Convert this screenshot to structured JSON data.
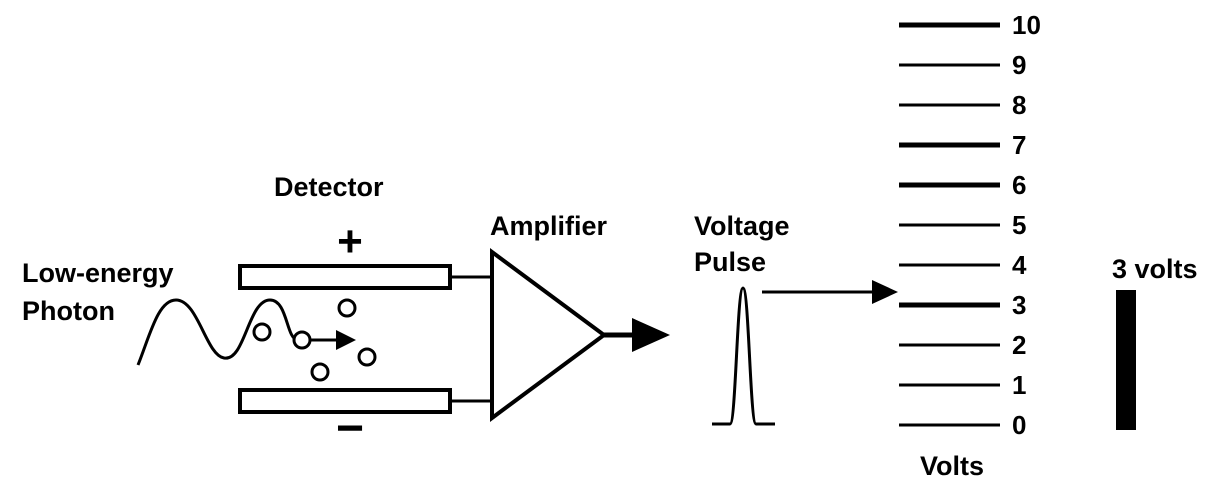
{
  "labels": {
    "detector": "Detector",
    "plus": "+",
    "minus": "−",
    "photon_line1": "Low-energy",
    "photon_line2": "Photon",
    "amplifier": "Amplifier",
    "pulse_line1": "Voltage",
    "pulse_line2": "Pulse",
    "reading": "3 volts",
    "axis_title": "Volts"
  },
  "scale": {
    "ticks": [
      "0",
      "1",
      "2",
      "3",
      "4",
      "5",
      "6",
      "7",
      "8",
      "9",
      "10"
    ],
    "bold_ticks": [
      "3",
      "6",
      "7",
      "10"
    ],
    "pulse_points_at": "3"
  },
  "colors": {
    "ink": "#000000",
    "background": "#ffffff"
  },
  "icons": [
    "photon-wave-icon",
    "ion-pair-icon",
    "amplifier-triangle-icon",
    "voltage-pulse-icon",
    "arrow-icon"
  ]
}
